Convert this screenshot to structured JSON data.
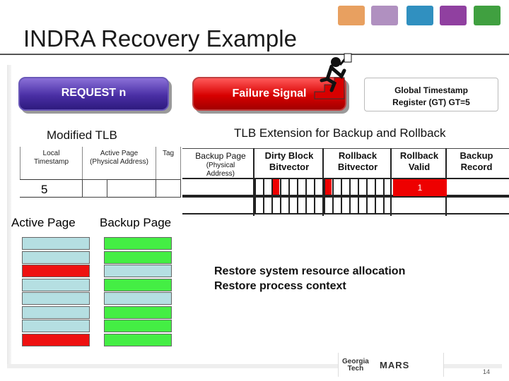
{
  "title": "INDRA Recovery Example",
  "header_thumbs": [
    {
      "name": "thumb-1",
      "color": "#e8a060"
    },
    {
      "name": "thumb-2",
      "color": "#b090c0"
    },
    {
      "name": "thumb-3",
      "color": "#3090c0"
    },
    {
      "name": "thumb-4",
      "color": "#9040a0"
    },
    {
      "name": "thumb-5",
      "color": "#40a040"
    }
  ],
  "request_label": "REQUEST n",
  "failure_label": "Failure Signal",
  "gt_box": {
    "line1": "Global Timestamp",
    "line2": "Register (GT)  GT=5"
  },
  "modified_tlb": {
    "label": "Modified TLB",
    "local_timestamp": {
      "line1": "Local",
      "line2": "Timestamp"
    },
    "active_page": {
      "line1": "Active Page",
      "line2": "(Physical Address)"
    },
    "tag": "Tag",
    "value": "5"
  },
  "tlb_extension": {
    "label": "TLB Extension for Backup and Rollback",
    "backup_page": {
      "line1": "Backup Page",
      "line2": "(Physical",
      "line3": "Address)"
    },
    "dirty_block": {
      "line1": "Dirty Block",
      "line2": "Bitvector"
    },
    "rollback": {
      "line1": "Rollback",
      "line2": "Bitvector"
    },
    "rollback_valid": {
      "line1": "Rollback",
      "line2": "Valid"
    },
    "backup_record": {
      "line1": "Backup",
      "line2": "Record"
    },
    "valid_value": "1"
  },
  "active_page_label": "Active Page",
  "backup_page_label": "Backup Page",
  "active_pages": [
    "light-blue",
    "light-blue",
    "red",
    "light-blue",
    "light-blue",
    "light-blue",
    "light-blue",
    "red"
  ],
  "backup_pages": [
    "green",
    "green",
    "light-blue",
    "green",
    "light-blue",
    "green",
    "green",
    "green"
  ],
  "page_colors": {
    "light-blue": "#b5dfe2",
    "red": "#ee1111",
    "green": "#44ee44"
  },
  "restore": {
    "line1": "Restore system resource allocation",
    "line2": "Restore process context"
  },
  "footer": {
    "logo_line1": "Georgia",
    "logo_line2": "Tech",
    "logo_mars": "MARS",
    "page_number": "14"
  }
}
